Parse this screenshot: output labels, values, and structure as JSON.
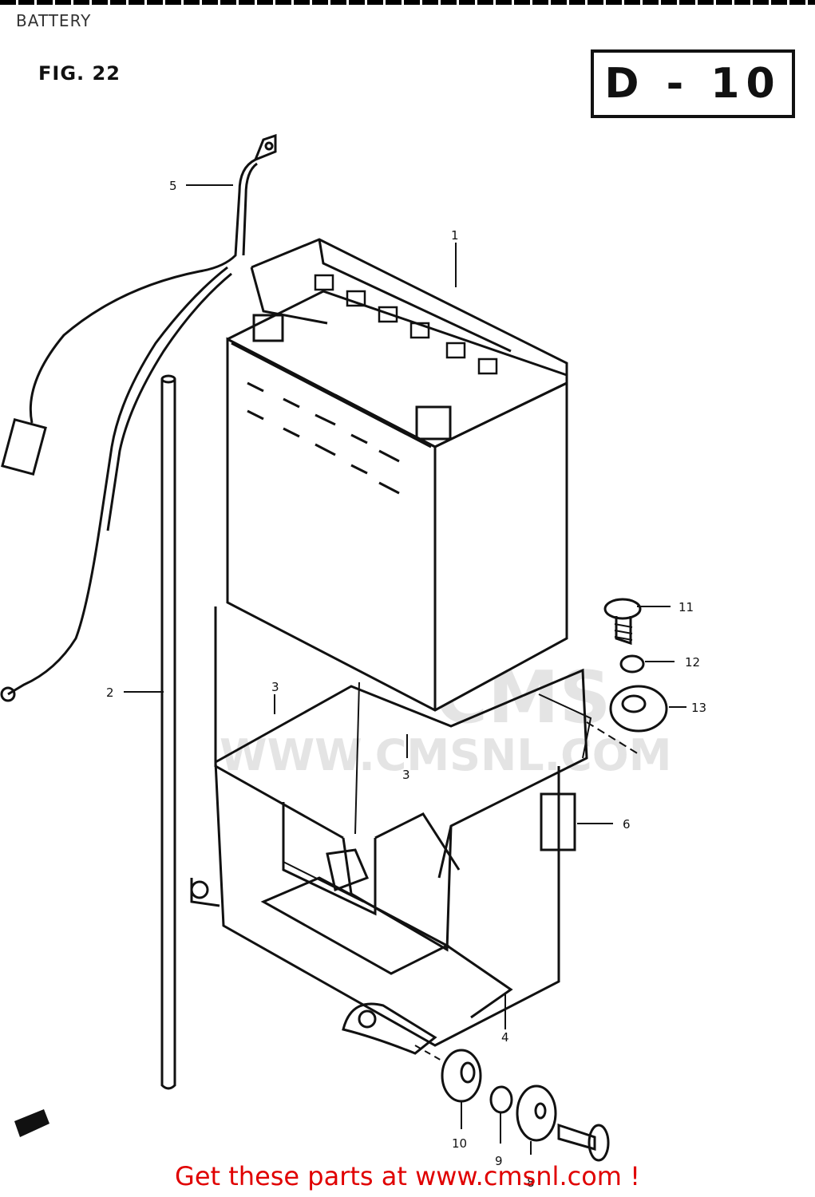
{
  "header": {
    "title": "BATTERY"
  },
  "figure": {
    "label": "FIG. 22",
    "code": "D - 10"
  },
  "watermark": {
    "text": "WWW.CMSNL.COM",
    "logo": "CMS",
    "color": "#d8d8d8"
  },
  "parts": [
    {
      "num": "1",
      "name": "battery"
    },
    {
      "num": "2",
      "name": "breather-tube"
    },
    {
      "num": "3",
      "name": "pad"
    },
    {
      "num": "3",
      "name": "pad"
    },
    {
      "num": "4",
      "name": "battery-box"
    },
    {
      "num": "5",
      "name": "battery-cable"
    },
    {
      "num": "6",
      "name": "pad"
    },
    {
      "num": "8",
      "name": "washer"
    },
    {
      "num": "9",
      "name": "collar"
    },
    {
      "num": "10",
      "name": "cushion"
    },
    {
      "num": "11",
      "name": "screw"
    },
    {
      "num": "12",
      "name": "collar"
    },
    {
      "num": "13",
      "name": "cushion"
    }
  ],
  "footer": {
    "cta": "Get these parts at www.cmsnl.com !",
    "color": "#e00000"
  }
}
